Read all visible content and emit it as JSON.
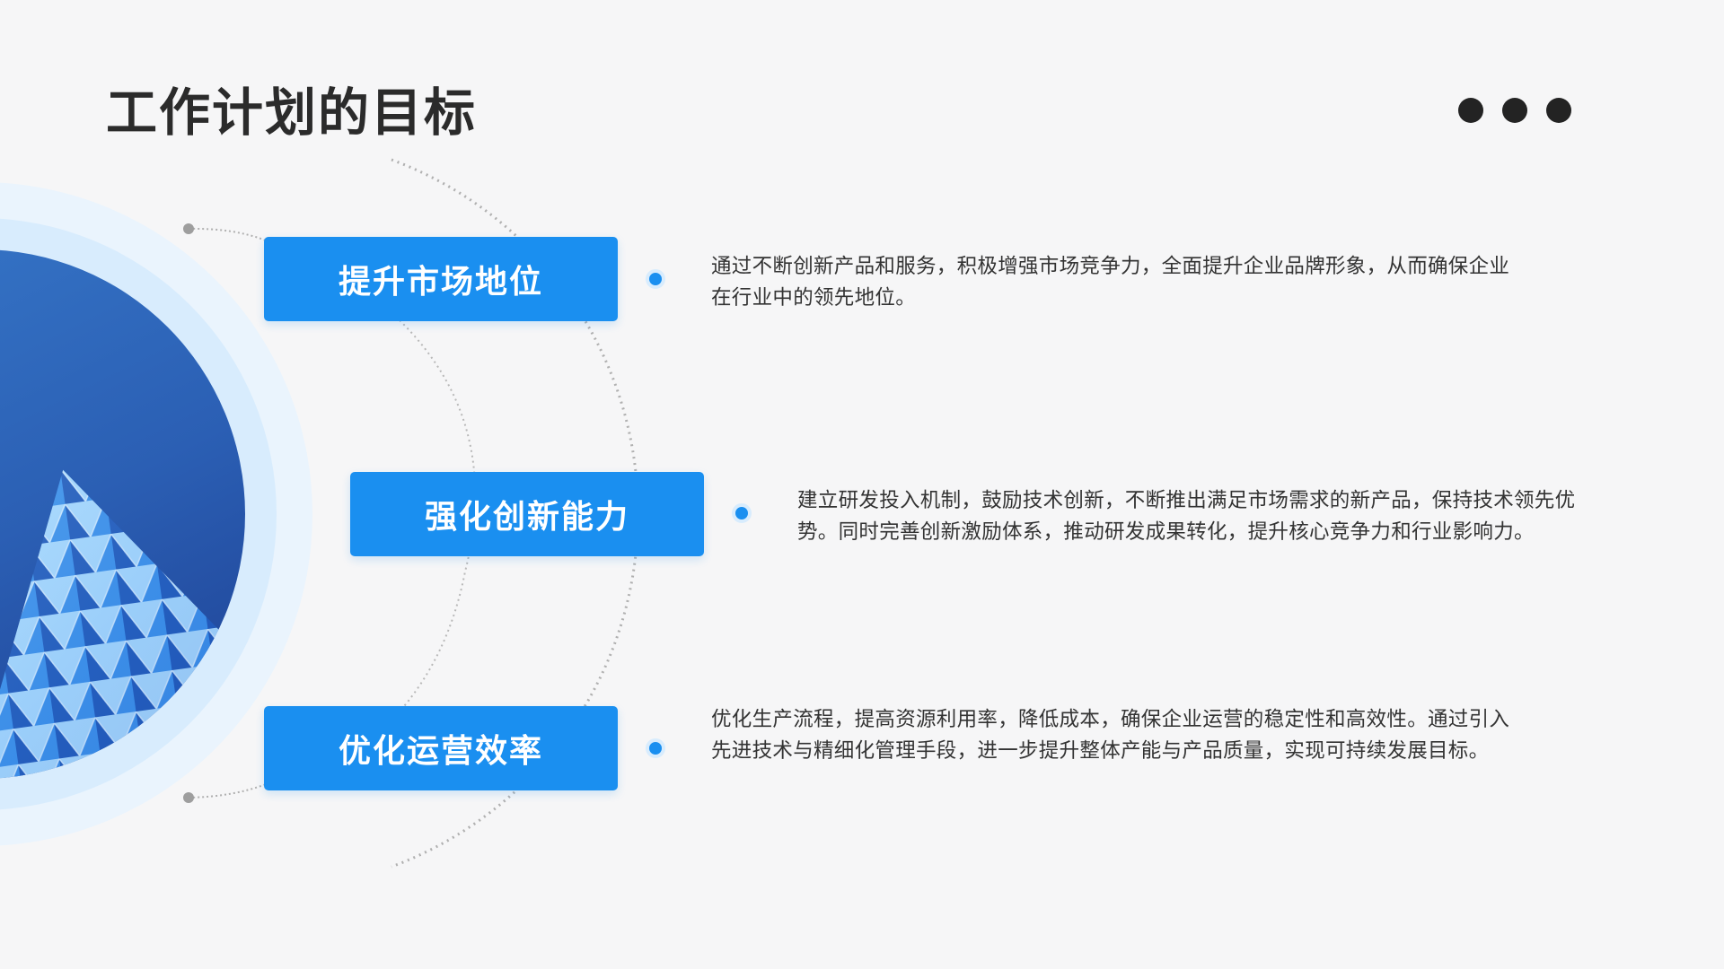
{
  "slide": {
    "title": "工作计划的目标",
    "menu_icon": "more-dots-icon",
    "accent_color": "#1a8ff0",
    "goals": [
      {
        "label": "提升市场地位",
        "description": "通过不断创新产品和服务，积极增强市场竞争力，全面提升企业品牌形象，从而确保企业在行业中的领先地位。"
      },
      {
        "label": "强化创新能力",
        "description": "建立研发投入机制，鼓励技术创新，不断推出满足市场需求的新产品，保持技术领先优势。同时完善创新激励体系，推动研发成果转化，提升核心竞争力和行业影响力。"
      },
      {
        "label": "优化运营效率",
        "description": "优化生产流程，提高资源利用率，降低成本，确保企业运营的稳定性和高效性。通过引入先进技术与精细化管理手段，进一步提升整体产能与产品质量，实现可持续发展目标。"
      }
    ]
  }
}
